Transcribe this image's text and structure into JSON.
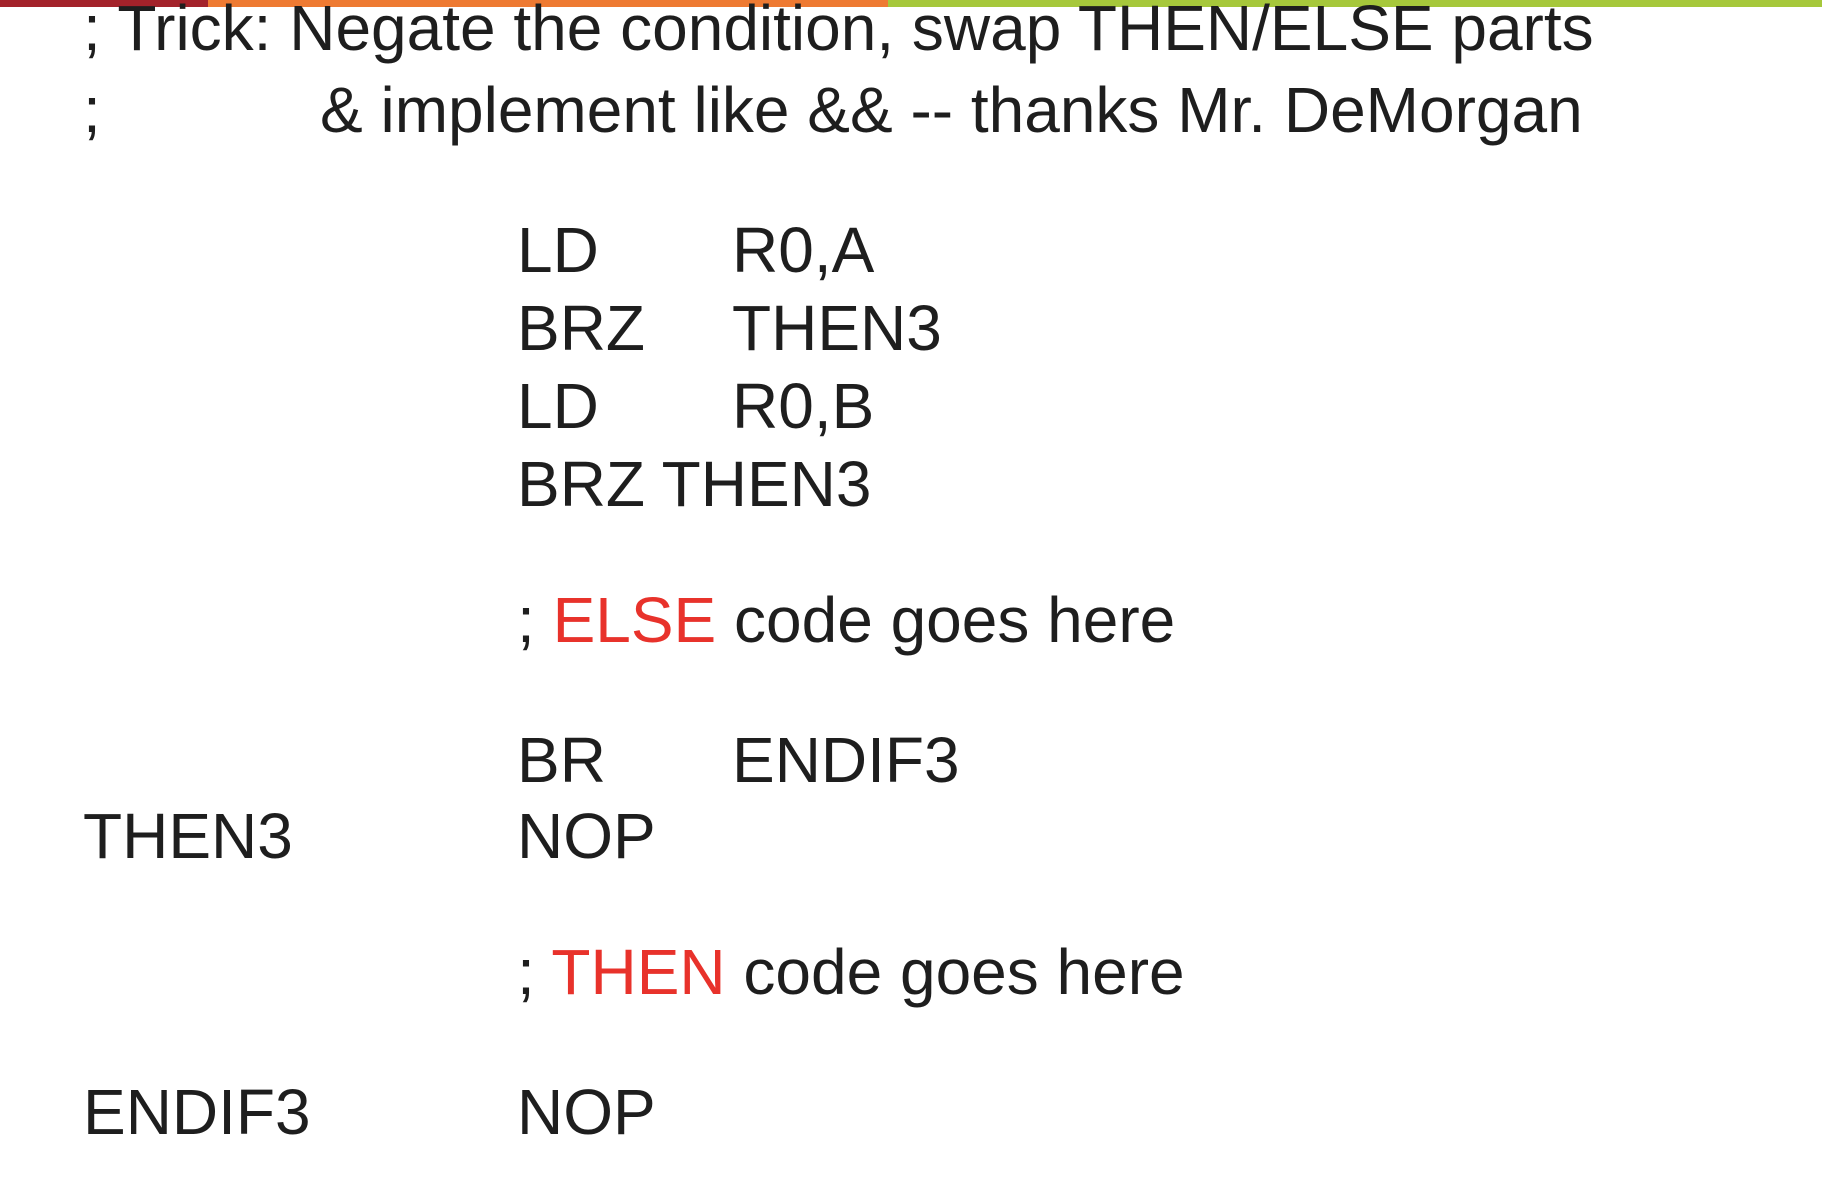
{
  "theme": {
    "text_color": "#1e1e1e",
    "highlight_color": "#e8322b",
    "accent_bar_colors": [
      "#a3222a",
      "#ee7a32",
      "#a6c83b"
    ]
  },
  "comment": {
    "line1": "; Trick: Negate the condition, swap THEN/ELSE parts",
    "line2_prefix": ";",
    "line2_text": "& implement like && -- thanks Mr. DeMorgan"
  },
  "code": {
    "ld_a": {
      "op": "LD",
      "arg": "R0,A"
    },
    "brz_1": {
      "op": "BRZ",
      "arg": "THEN3"
    },
    "ld_b": {
      "op": "LD",
      "arg": "R0,B"
    },
    "brz_2": {
      "text": "BRZ THEN3"
    },
    "else_comment": {
      "prefix": ";",
      "keyword": "ELSE",
      "suffix": "code goes here"
    },
    "br": {
      "op": "BR",
      "arg": "ENDIF3"
    },
    "then3": {
      "label": "THEN3",
      "op": "NOP"
    },
    "then_comment": {
      "prefix": ";",
      "keyword": "THEN",
      "suffix": "code goes here"
    },
    "endif3": {
      "label": "ENDIF3",
      "op": "NOP"
    }
  }
}
